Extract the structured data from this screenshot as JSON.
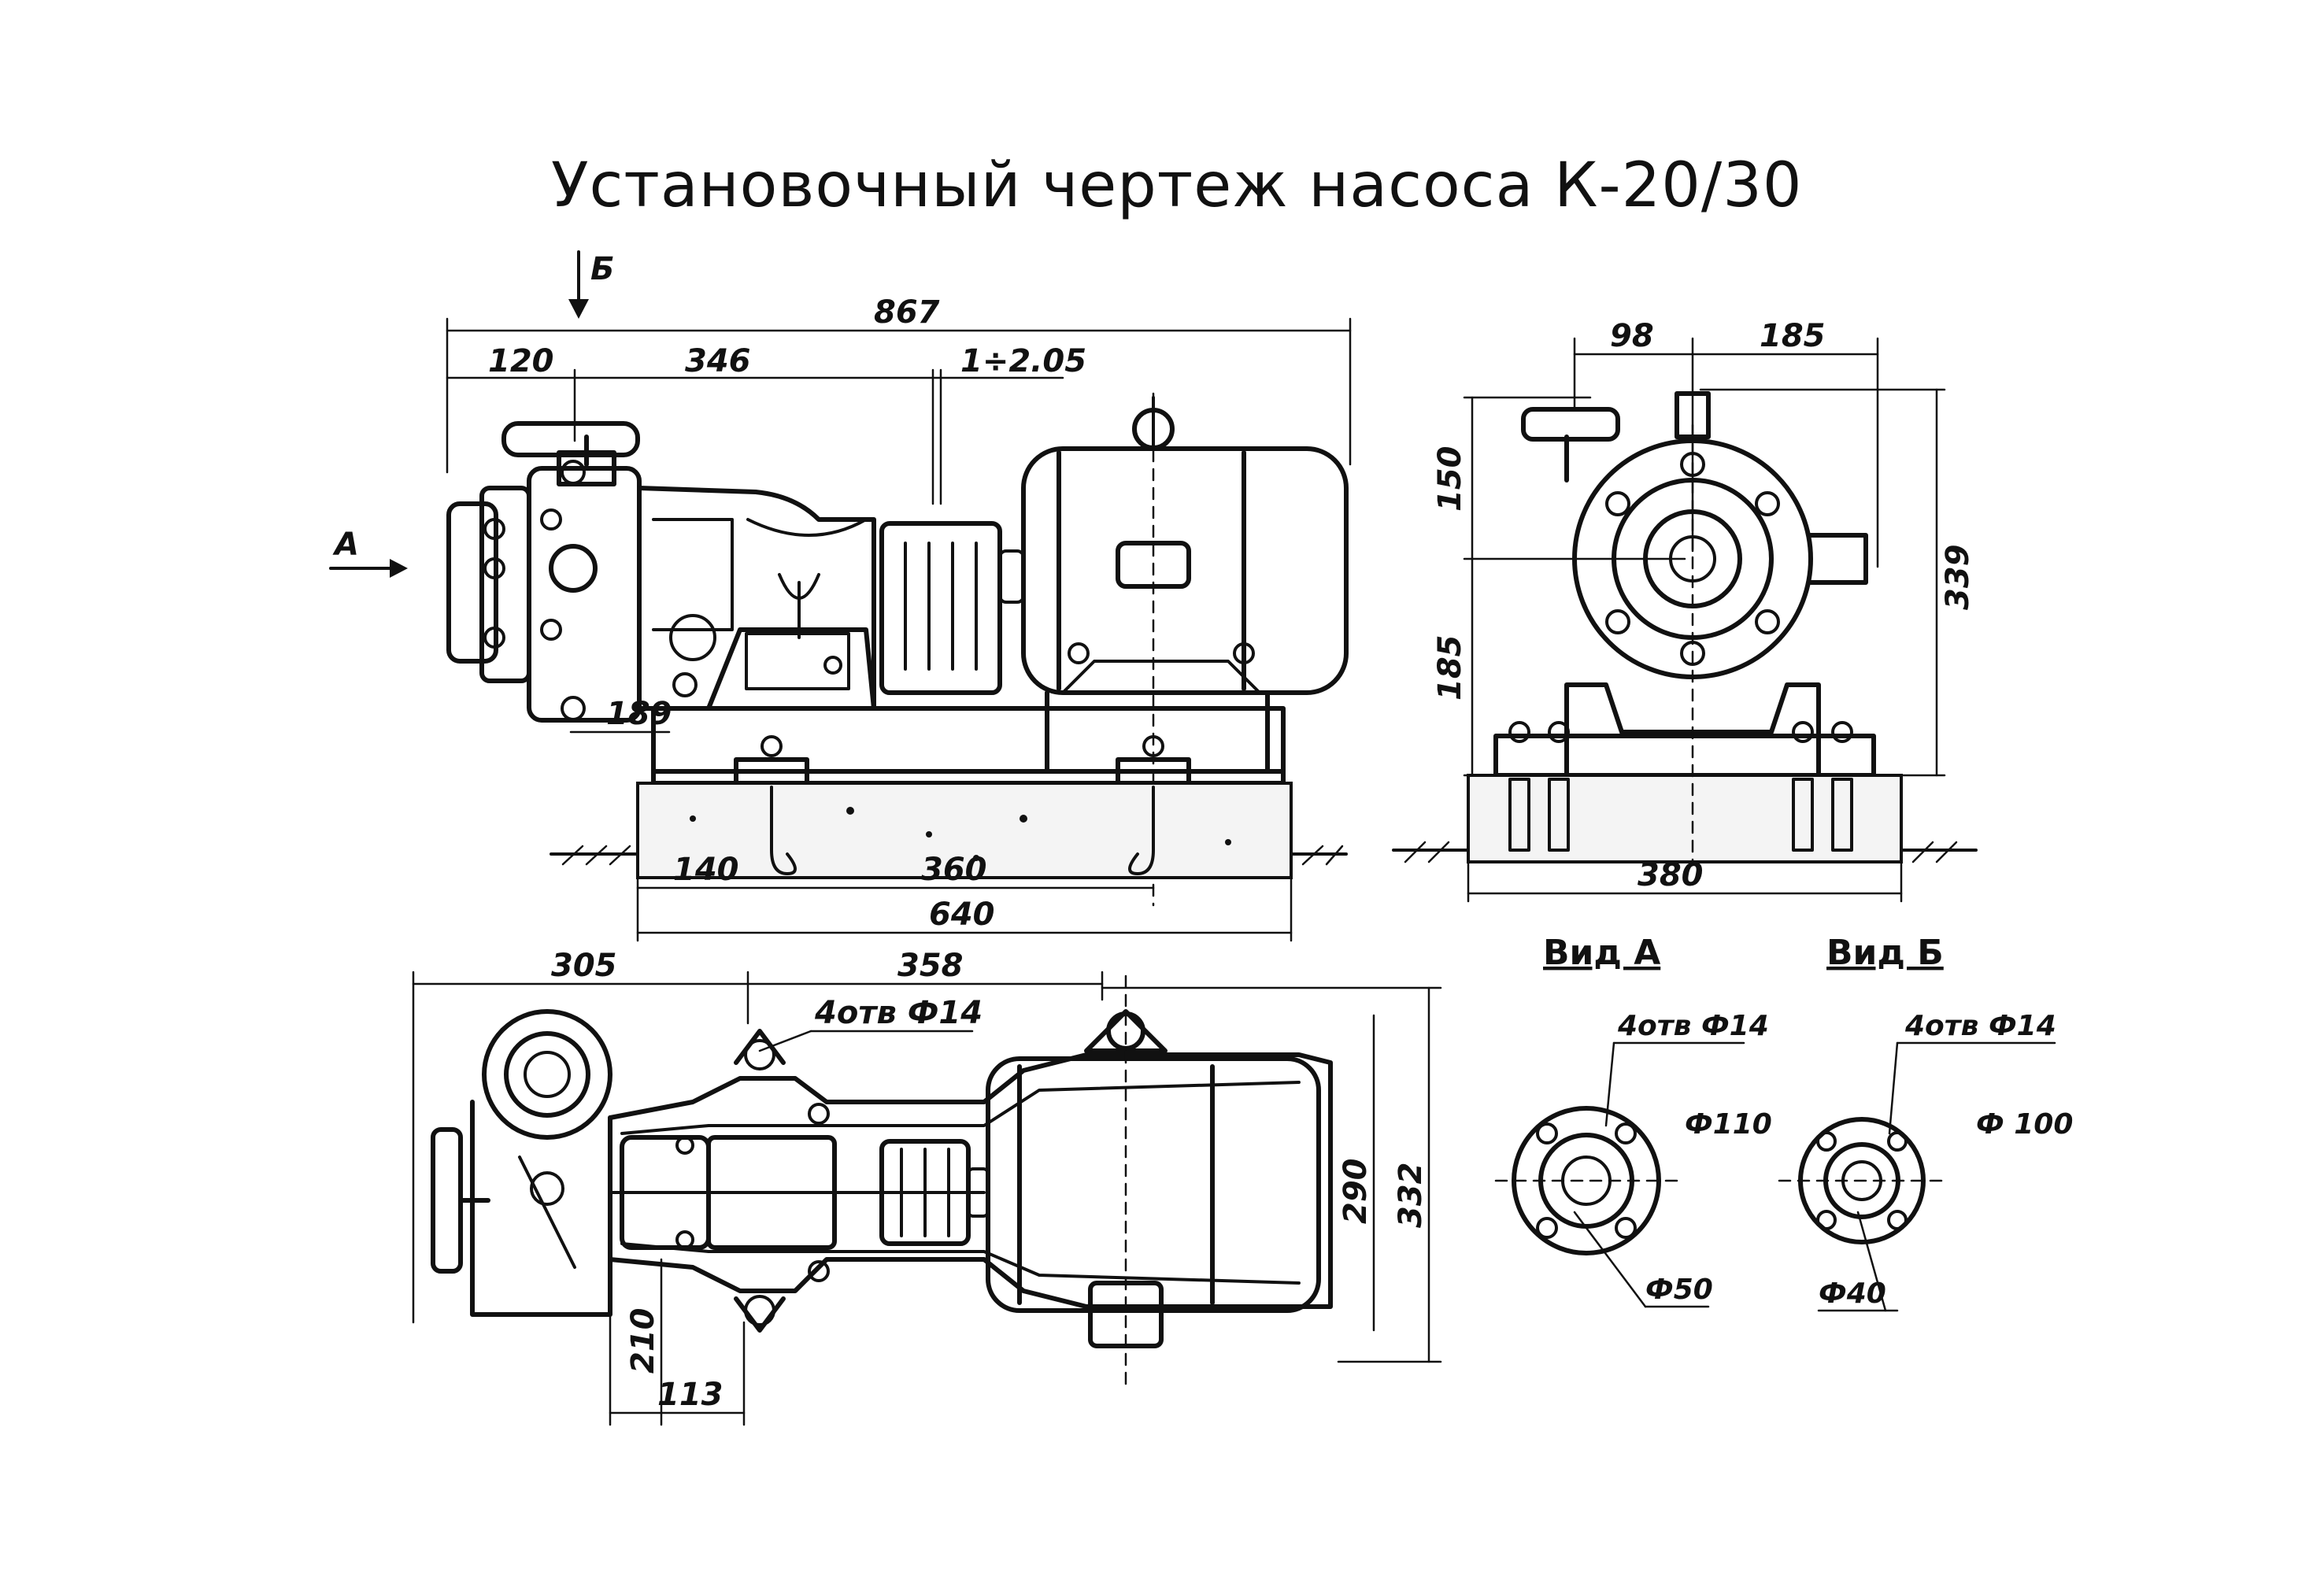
{
  "title": "Установочный   чертеж   насоса   К-20/30",
  "side_view": {
    "section_marker_b": "Б",
    "section_marker_a": "А",
    "dims": {
      "overall": "867",
      "d120": "120",
      "d346": "346",
      "d1205": "1÷2.05",
      "d189": "189",
      "d140": "140",
      "d360": "360",
      "d640": "640"
    }
  },
  "end_view": {
    "dims": {
      "d98": "98",
      "d185top": "185",
      "d150": "150",
      "d185": "185",
      "d339": "339",
      "d380": "380"
    }
  },
  "plan_view": {
    "dims": {
      "d305": "305",
      "d358": "358",
      "holes": "4отв Ф14",
      "d290": "290",
      "d332": "332",
      "d210": "210",
      "d113": "113"
    }
  },
  "view_a": {
    "label": "Вид А",
    "holes": "4отв Ф14",
    "d_outer": "Ф110",
    "d_inner": "Ф50"
  },
  "view_b": {
    "label": "Вид Б",
    "holes": "4отв Ф14",
    "d_outer": "Ф 100",
    "d_inner": "Ф40"
  }
}
